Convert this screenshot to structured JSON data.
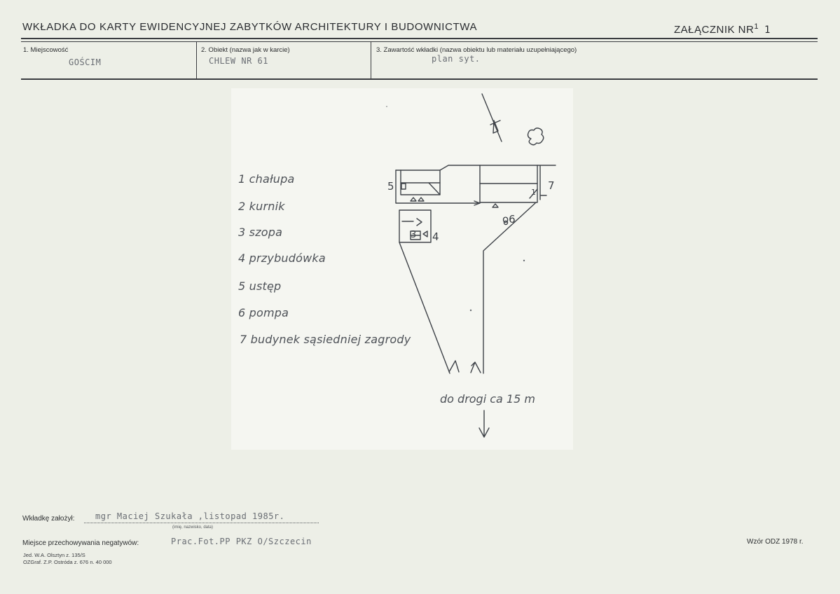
{
  "header": {
    "title": "WKŁADKA DO KARTY EWIDENCYJNEJ ZABYTKÓW ARCHITEKTURY I BUDOWNICTWA",
    "annex_label": "ZAŁĄCZNIK NR",
    "annex_sup": "1",
    "annex_number": "1"
  },
  "fields": [
    {
      "label": "1. Miejscowość",
      "value": "GOŚCIM"
    },
    {
      "label": "2. Obiekt (nazwa jak w karcie)",
      "value": "CHLEW NR 61"
    },
    {
      "label": "3. Zawartość wkładki (nazwa obiektu lub materiału uzupełniającego)",
      "value": "plan syt."
    }
  ],
  "plan": {
    "legend": [
      "1 chałupa",
      "2 kurnik",
      "3 szopa",
      "4 przybudówka",
      "5 ustęp",
      "6 pompa",
      "7 budynek sąsiedniej zagrody"
    ],
    "road_note": "do drogi ca 15 m",
    "marks": {
      "m5": "5",
      "m7": "7",
      "m6": "o6",
      "m3": "3",
      "m4": "4",
      "m1": "1"
    }
  },
  "footer": {
    "author_label": "Wkładkę założył:",
    "author_value": "mgr Maciej Szukała ,listopad 1985r.",
    "author_caption": "(imię, nazwisko, data)",
    "storage_label": "Miejsce przechowywania negatywów:",
    "storage_value": "Prac.Fot.PP PKZ O/Szczecin",
    "print_line1": "Jed. W.A. Olsztyn z. 135/S",
    "print_line2": "OZGraf. Z.P. Ostróda z. 676 n. 40 000",
    "form_code": "Wzór ODZ 1978 r."
  }
}
